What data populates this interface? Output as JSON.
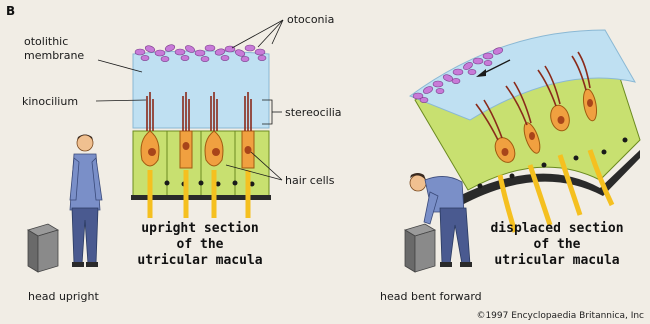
{
  "panel_label": "B",
  "labels": {
    "otoconia": "otoconia",
    "otolithic_membrane_1": "otolithic",
    "otolithic_membrane_2": "membrane",
    "kinocilium": "kinocilium",
    "stereocilia": "stereocilia",
    "hair_cells": "hair cells"
  },
  "captions": {
    "upright_1": "upright section",
    "upright_2": "of the",
    "upright_3": "utricular macula",
    "displaced_1": "displaced section",
    "displaced_2": "of the",
    "displaced_3": "utricular macula",
    "head_upright": "head upright",
    "head_bent": "head bent forward"
  },
  "copyright": "©1997 Encyclopaedia Britannica, Inc",
  "colors": {
    "background": "#f1ede5",
    "membrane": "#bfe0f2",
    "otoconia": "#c87ad8",
    "hair_cell": "#f0a040",
    "support_cell": "#c8e070",
    "kinocilium": "#8a2a1a",
    "nerve": "#f5c020",
    "base_line": "#2a2a2a"
  }
}
